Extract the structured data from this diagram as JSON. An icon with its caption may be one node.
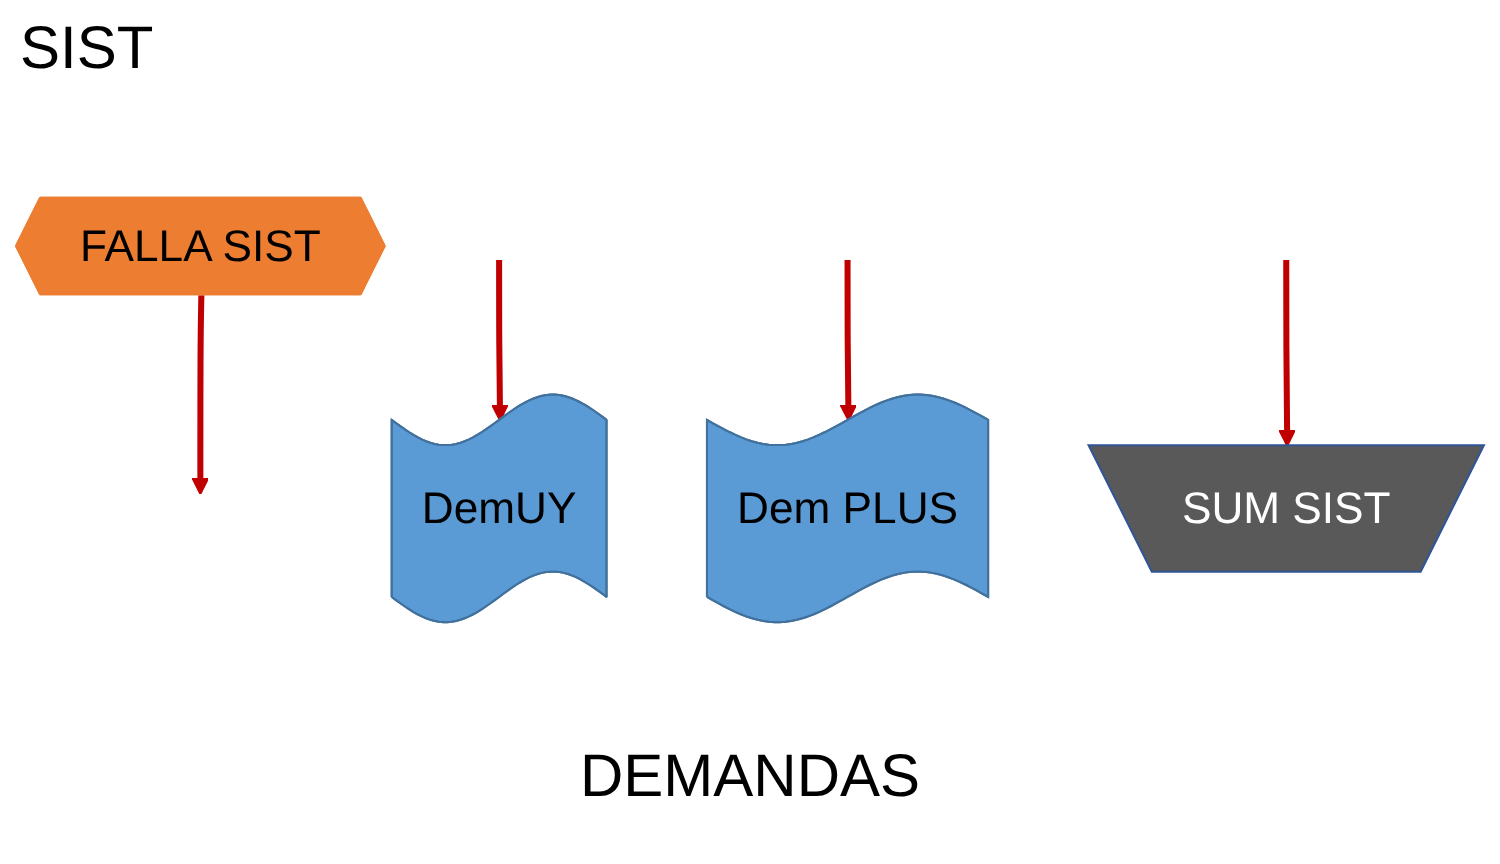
{
  "diagram": {
    "nodes": [
      {
        "text": [
          "DemUY"
        ]
      },
      {
        "text": [
          "Dem PLUS"
        ]
      },
      {
        "text": [
          "FALLA SIST"
        ]
      },
      {
        "text": [
          "SUM SIST"
        ]
      }
    ],
    "edges": [
      {
        "from": null,
        "to": 0,
        "arrow": "to"
      },
      {
        "from": null,
        "to": 1,
        "arrow": "to"
      },
      {
        "from": 2,
        "to": null,
        "arrow": "to"
      },
      {
        "from": null,
        "to": 3,
        "arrow": "to"
      }
    ],
    "labels": [
      "SIST",
      "DEMANDAS"
    ]
  }
}
